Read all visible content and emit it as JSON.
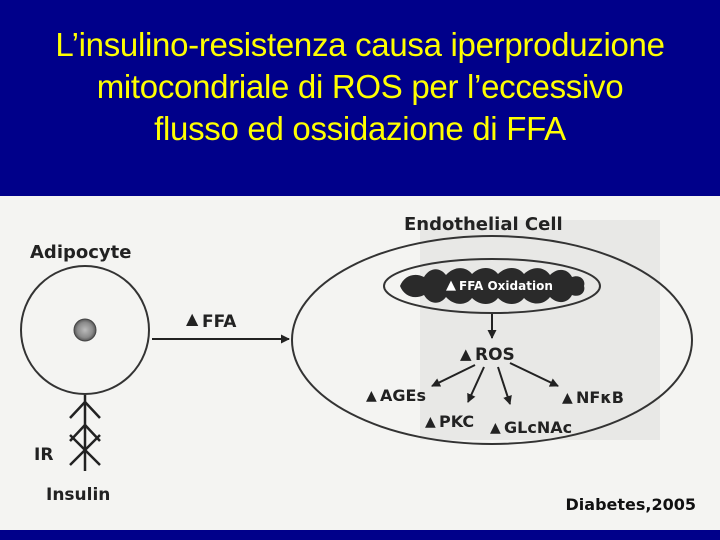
{
  "title": {
    "line1": "L’insulino-resistenza causa iperproduzione",
    "line2": "mitocondriale di ROS per l’eccessivo",
    "line3": "flusso ed ossidazione di FFA"
  },
  "diagram": {
    "adipocyte_label": "Adipocyte",
    "ffa_label": "FFA",
    "ir_label": "IR",
    "insulin_label": "Insulin",
    "endothelial_label": "Endothelial Cell",
    "ffa_oxidation_label": "FFA Oxidation",
    "ros_label": "ROS",
    "ages_label": "AGEs",
    "pkc_label": "PKC",
    "glcnac_label": "GLcNAc",
    "nfkb_label": "NFκB"
  },
  "citation": "Diabetes,2005",
  "colors": {
    "background": "#00008a",
    "title_text": "#ffff00",
    "figure_background": "#f4f4f2"
  }
}
